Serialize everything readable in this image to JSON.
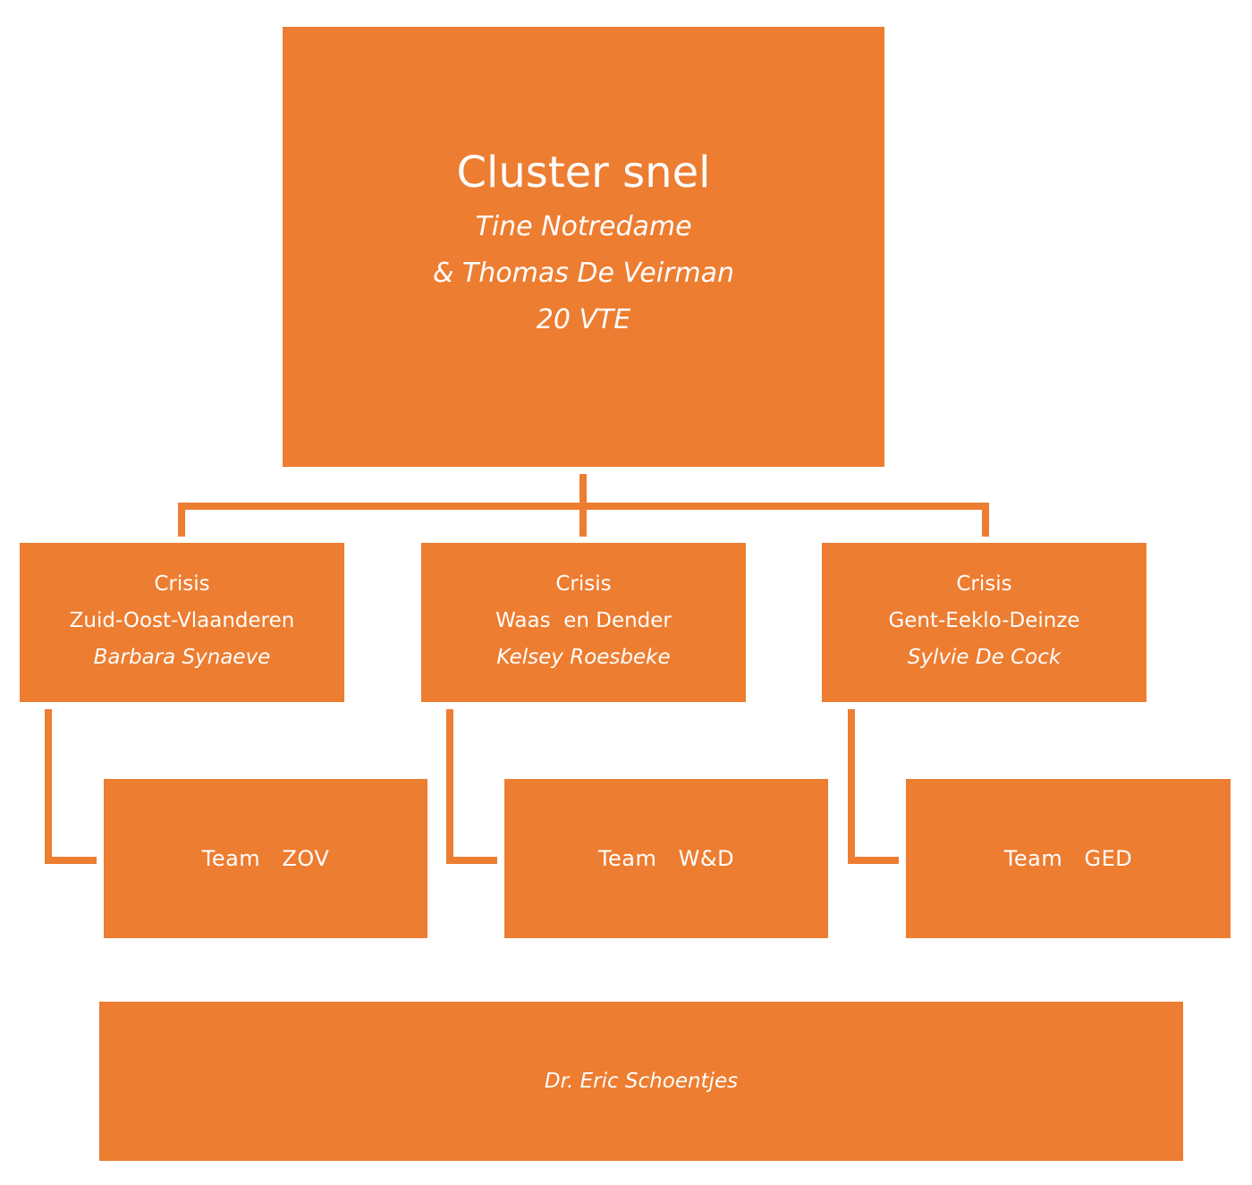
{
  "top": {
    "title": "Cluster snel",
    "line1": "Tine Notredame",
    "line2": "& Thomas De Veirman",
    "line3": "20 VTE"
  },
  "crisis": [
    {
      "label": "Crisis",
      "region": "Zuid-Oost-Vlaanderen",
      "lead": "Barbara Synaeve"
    },
    {
      "label": "Crisis",
      "region": "Waas  en Dender",
      "lead": "Kelsey Roesbeke"
    },
    {
      "label": "Crisis",
      "region": "Gent-Eeklo-Deinze",
      "lead": "Sylvie De Cock"
    }
  ],
  "teams": [
    {
      "label": "Team  ZOV"
    },
    {
      "label": "Team  W&D"
    },
    {
      "label": "Team  GED"
    }
  ],
  "bottom": {
    "label": "Dr. Eric Schoentjes"
  },
  "colors": {
    "box": "#ED7D31",
    "text": "#FFFFFF",
    "background": "#FFFFFF"
  }
}
